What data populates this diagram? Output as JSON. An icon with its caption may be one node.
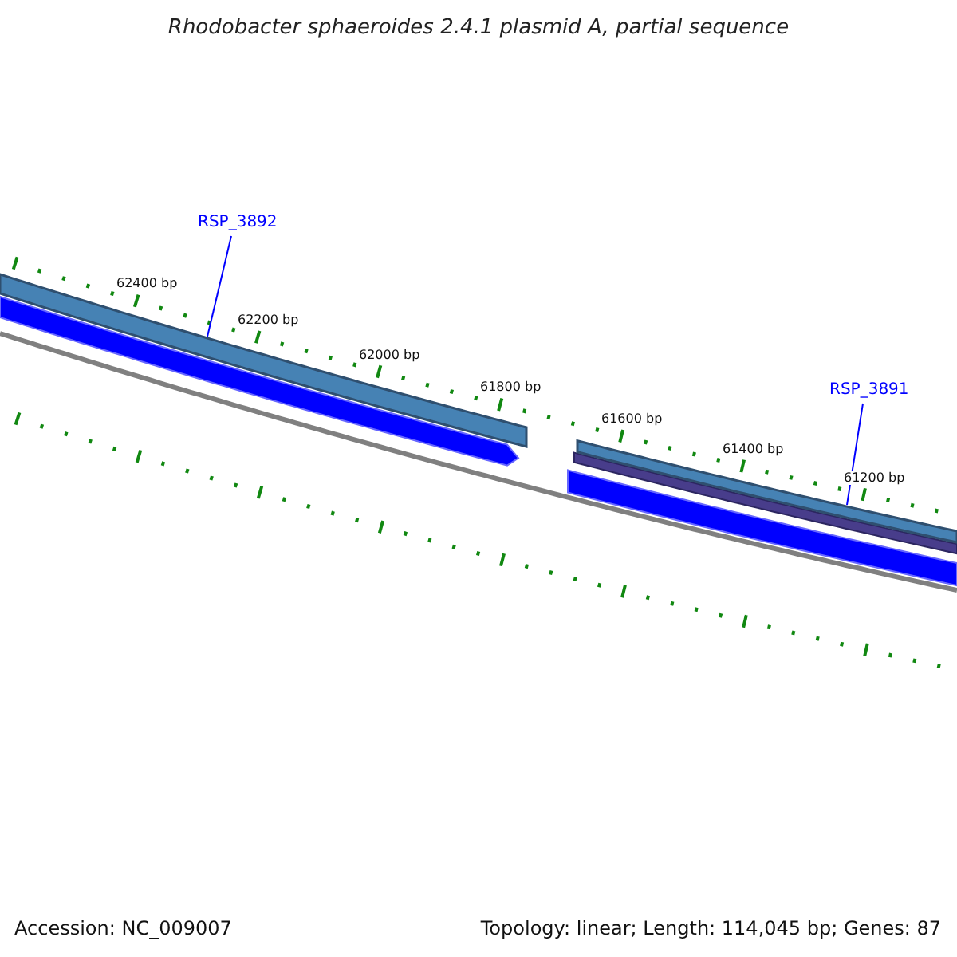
{
  "diagram": {
    "title": "Rhodobacter sphaeroides 2.4.1 plasmid A, partial sequence",
    "nodes": [
      {
        "text": [
          "RSP_3892"
        ]
      },
      {
        "text": [],
        "shape": "bar"
      },
      {
        "text": [
          "RSP_3891"
        ]
      },
      {
        "text": [],
        "shape": "bar"
      }
    ],
    "edges": [
      {
        "from": 0,
        "to": 1,
        "arrow": "none",
        "color": "#0000ff"
      },
      {
        "from": 2,
        "to": 3,
        "arrow": "none",
        "color": "#0000ff"
      }
    ],
    "labels": [
      "62400 bp",
      "62200 bp",
      "62000 bp",
      "61800 bp",
      "61600 bp",
      "61400 bp",
      "61200 bp",
      "Accession: NC_009007",
      "Topology: linear; Length: 114,045 bp; Genes: 87"
    ]
  }
}
